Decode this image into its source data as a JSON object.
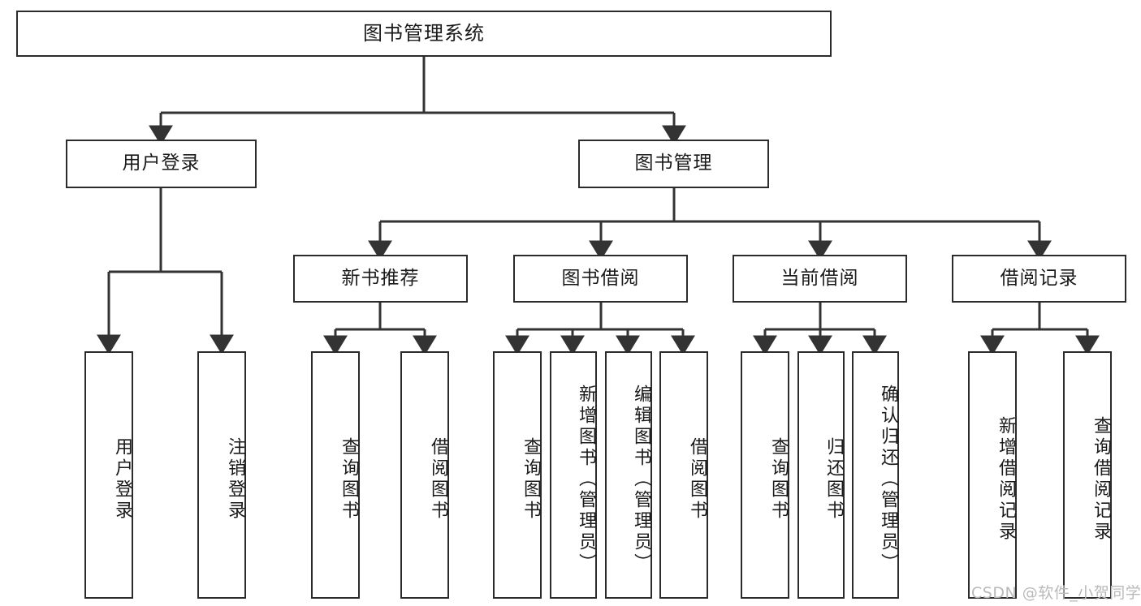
{
  "diagram": {
    "type": "tree-hierarchy",
    "title": "图书管理系统",
    "orientation": "top-down",
    "watermark": "CSDN @软件_小贺同学",
    "colors": {
      "box_border": "#2b2b2b",
      "box_fill": "#ffffff",
      "connector": "#333333",
      "text": "#1a1a1a",
      "watermark": "#b9b9b9",
      "background": "#ffffff"
    },
    "nodes": {
      "root": {
        "label": "图书管理系统",
        "level": 1
      },
      "l2": [
        {
          "id": "user-login",
          "label": "用户登录",
          "level": 2
        },
        {
          "id": "book-manage",
          "label": "图书管理",
          "level": 2
        }
      ],
      "l3": [
        {
          "id": "new-book-rec",
          "label": "新书推荐",
          "level": 3,
          "parent": "book-manage"
        },
        {
          "id": "book-borrow",
          "label": "图书借阅",
          "level": 3,
          "parent": "book-manage"
        },
        {
          "id": "current-borrow",
          "label": "当前借阅",
          "level": 3,
          "parent": "book-manage"
        },
        {
          "id": "borrow-record",
          "label": "借阅记录",
          "level": 3,
          "parent": "book-manage"
        }
      ],
      "leaves": [
        {
          "id": "leaf-user-login",
          "label": "用户登录",
          "parent": "user-login"
        },
        {
          "id": "leaf-user-logout",
          "label": "注销登录",
          "parent": "user-login"
        },
        {
          "id": "leaf-query-book-rec",
          "label": "查询图书",
          "parent": "new-book-rec"
        },
        {
          "id": "leaf-borrow-book-rec",
          "label": "借阅图书",
          "parent": "new-book-rec"
        },
        {
          "id": "leaf-query-book-bor",
          "label": "查询图书",
          "parent": "book-borrow"
        },
        {
          "id": "leaf-add-book",
          "label": "新增图书（管理员）",
          "parent": "book-borrow"
        },
        {
          "id": "leaf-edit-book",
          "label": "编辑图书（管理员）",
          "parent": "book-borrow"
        },
        {
          "id": "leaf-borrow-book-bor",
          "label": "借阅图书",
          "parent": "book-borrow"
        },
        {
          "id": "leaf-query-book-cur",
          "label": "查询图书",
          "parent": "current-borrow"
        },
        {
          "id": "leaf-return-book",
          "label": "归还图书",
          "parent": "current-borrow"
        },
        {
          "id": "leaf-confirm-return",
          "label": "确认归还（管理员）",
          "parent": "current-borrow"
        },
        {
          "id": "leaf-add-record",
          "label": "新增借阅记录",
          "parent": "borrow-record"
        },
        {
          "id": "leaf-query-record",
          "label": "查询借阅记录",
          "parent": "borrow-record"
        }
      ]
    }
  }
}
